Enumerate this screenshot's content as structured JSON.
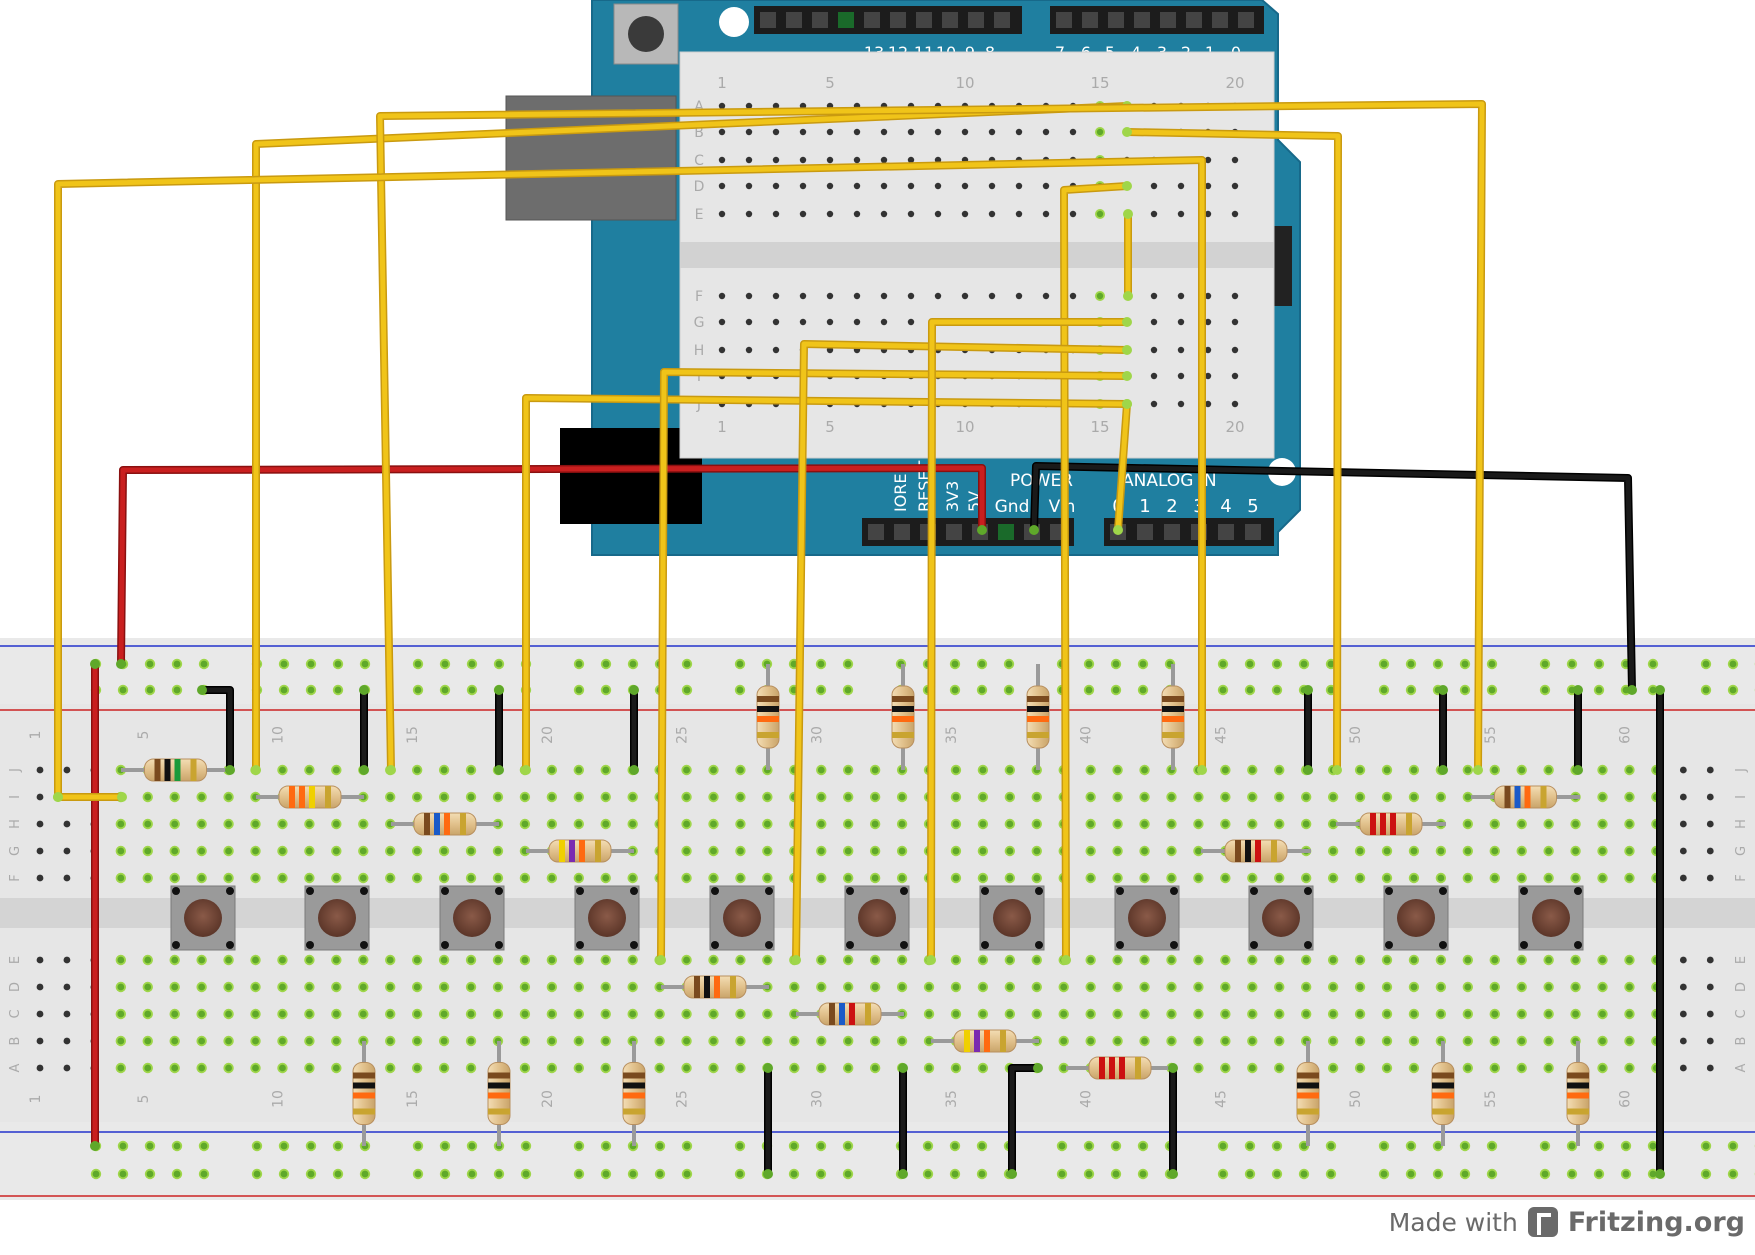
{
  "arduino": {
    "digital_pin_labels": [
      "13",
      "12",
      "11",
      "10",
      "9",
      "8",
      "7",
      "6",
      "5",
      "4",
      "3",
      "2",
      "1",
      "0"
    ],
    "power_section_label": "POWER",
    "analog_section_label": "ANALOG IN",
    "power_pin_labels": [
      "IOREF",
      "RESET",
      "3V3",
      "5V",
      "Gnd",
      "Vin"
    ],
    "analog_pin_labels": [
      "0",
      "1",
      "2",
      "3",
      "4",
      "5"
    ]
  },
  "mini_breadboard": {
    "row_letters_top": [
      "A",
      "B",
      "C",
      "D",
      "E"
    ],
    "row_letters_bottom": [
      "F",
      "G",
      "H",
      "I",
      "J"
    ],
    "column_numbers": [
      "1",
      "5",
      "10",
      "15",
      "20"
    ]
  },
  "main_breadboard": {
    "row_letters_top": [
      "J",
      "I",
      "H",
      "G",
      "F"
    ],
    "row_letters_bottom": [
      "E",
      "D",
      "C",
      "B",
      "A"
    ],
    "column_numbers": [
      "1",
      "5",
      "10",
      "15",
      "20",
      "25",
      "30",
      "35",
      "40",
      "45",
      "50",
      "55",
      "60"
    ]
  },
  "colors": {
    "arduino_board": "#1f7fa0",
    "wire_signal": "#f0c419",
    "wire_power": "#c91f1f",
    "wire_ground": "#1a1a1a",
    "breadboard": "#e6e6e6"
  },
  "credit": {
    "made_with": "Made with",
    "brand": "Fritzing.org"
  }
}
